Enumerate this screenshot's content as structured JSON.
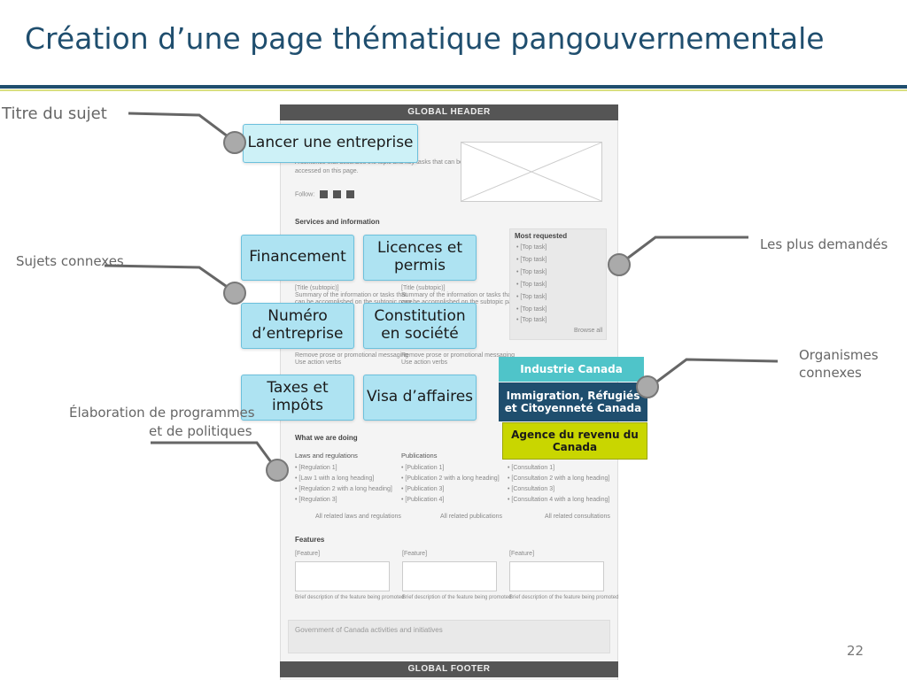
{
  "slide": {
    "title": "Création d’une page thématique pangouvernementale",
    "page_number": "22"
  },
  "wireframe": {
    "global_header": "GLOBAL HEADER",
    "global_footer": "GLOBAL FOOTER",
    "intro_text_1": "A sentence that describes the topic and key tasks that can be",
    "intro_text_2": "accessed on this page.",
    "follow_label": "Follow:",
    "services_heading": "Services and information",
    "service_summary_1": "[Title (subtopic)]",
    "service_summary_text": "Summary of the information or tasks that",
    "service_summary_text_2": "can be accomplished on the subtopic page",
    "service_summary_text_3": "Remove prose or promotional messaging",
    "service_summary_text_4": "Use action verbs",
    "most_requested_heading": "Most requested",
    "most_requested_items": [
      "[Top task]",
      "[Top task]",
      "[Top task]",
      "[Top task]",
      "[Top task]",
      "[Top task]",
      "[Top task]"
    ],
    "browse_all": "Browse all",
    "what_we_do_heading": "What we are doing",
    "laws_heading": "Laws and regulations",
    "laws_items": [
      "[Regulation 1]",
      "[Law 1 with a long heading]",
      "[Regulation 2 with a long heading]",
      "[Regulation 3]"
    ],
    "laws_link": "All related laws and regulations",
    "publications_heading": "Publications",
    "publications_items": [
      "[Publication 1]",
      "[Publication 2 with a long heading]",
      "[Publication 3]",
      "[Publication 4]"
    ],
    "publications_link": "All related publications",
    "consultations_items": [
      "[Consultation 1]",
      "[Consultation 2 with a long heading]",
      "[Consultation 3]",
      "[Consultation 4 with a long heading]"
    ],
    "consultations_link": "All related consultations",
    "features_heading": "Features",
    "feature_label": "[Feature]",
    "feature_desc": "Brief description of the feature being promoted",
    "activities_text": "Government of Canada activities and initiatives"
  },
  "callouts": {
    "topic_title": "Lancer une entreprise",
    "related_topics": [
      "Financement",
      "Licences et permis",
      "Numéro d’entreprise",
      "Constitution en société",
      "Taxes et impôts",
      "Visa d’affaires"
    ]
  },
  "labels": {
    "topic_title": "Titre du sujet",
    "related_topics": "Sujets connexes",
    "programs_1": "Élaboration de programmes",
    "programs_2": "et de politiques",
    "most_requested": "Les plus demandés",
    "related_orgs_1": "Organismes",
    "related_orgs_2": "connexes"
  },
  "organizations": [
    {
      "name": "Industrie Canada",
      "bg": "#4fc4c9",
      "fg": "#ffffff"
    },
    {
      "name": "Immigration, Réfugiés et Citoyenneté Canada",
      "bg": "#1f4e6e",
      "fg": "#ffffff"
    },
    {
      "name": "Agence du revenu du Canada",
      "bg": "#c9d600",
      "fg": "#1a1a1a"
    }
  ],
  "colors": {
    "title": "#1f4e6e",
    "callout_fill": "#aee3f2",
    "header_bar": "#555555"
  }
}
